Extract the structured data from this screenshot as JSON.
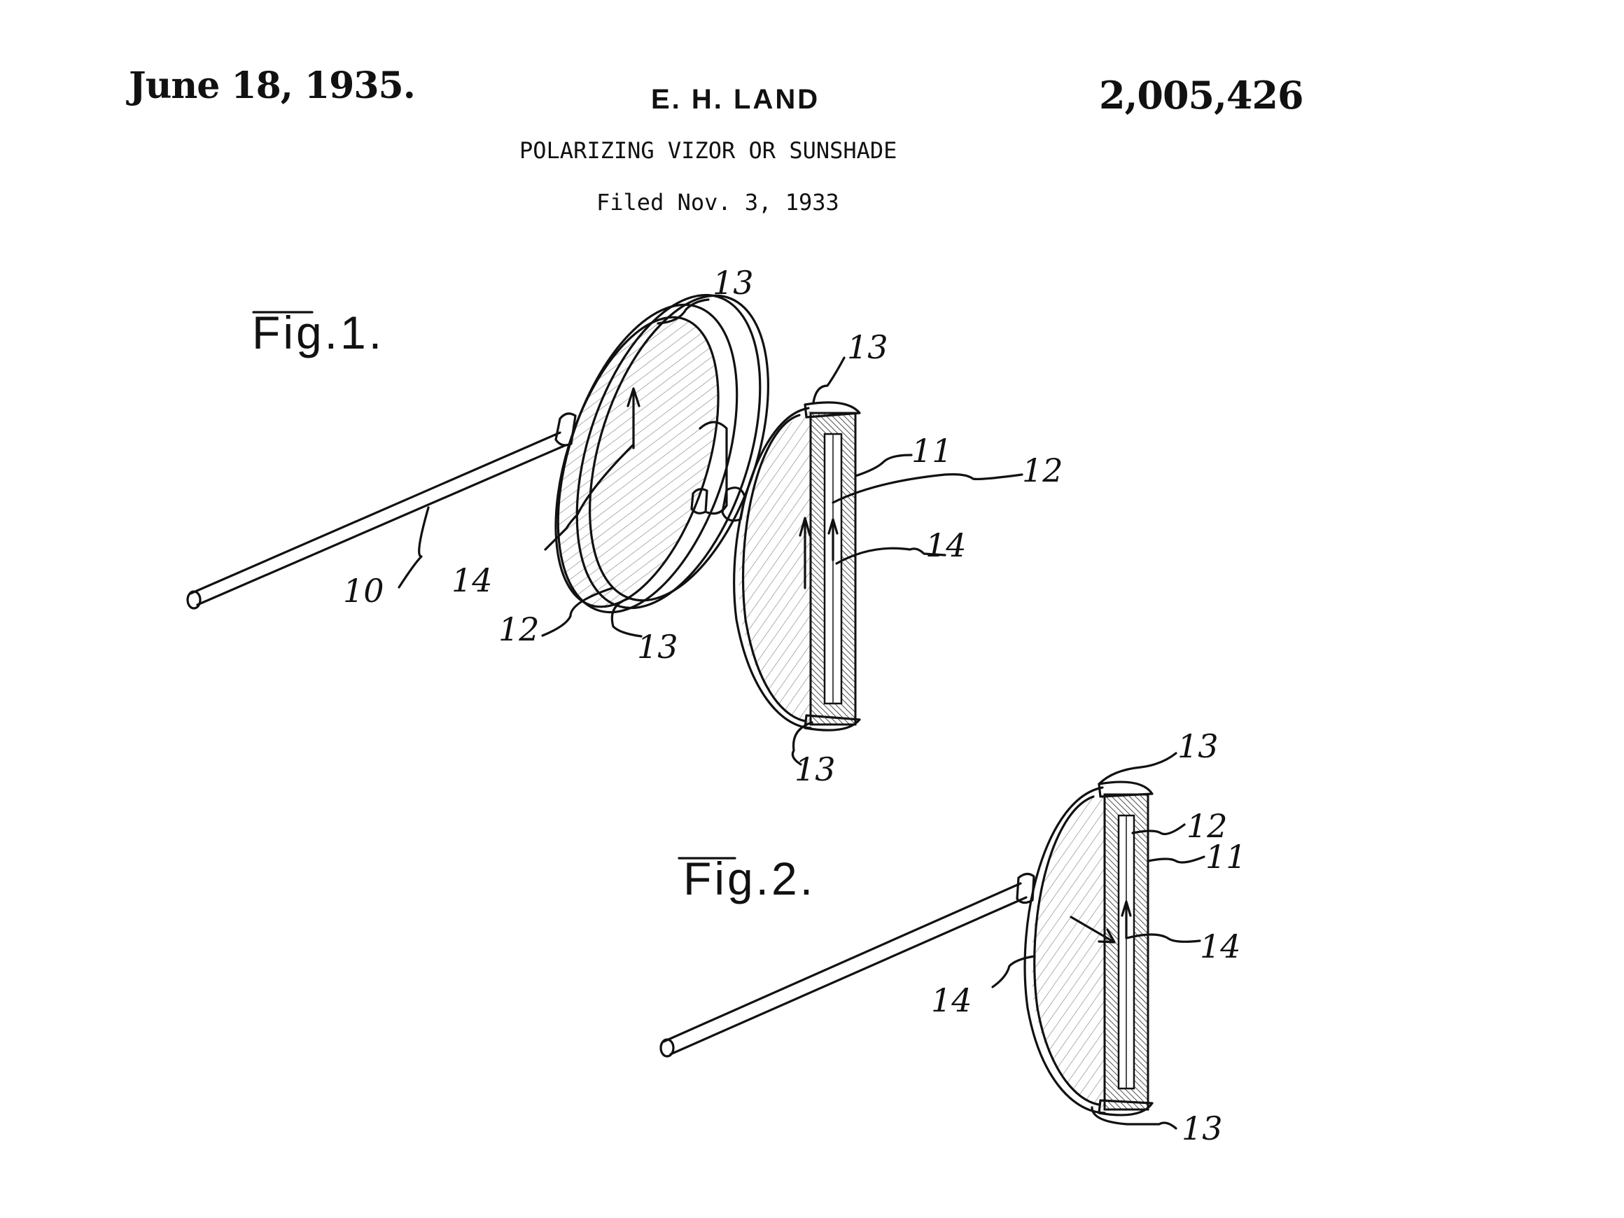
{
  "header": {
    "date": "June 18, 1935.",
    "inventor": "E. H. LAND",
    "patent_number": "2,005,426",
    "title": "POLARIZING VIZOR OR SUNSHADE",
    "filed": "Filed Nov. 3, 1933"
  },
  "figures": {
    "fig1": {
      "caption": "Fig.1.",
      "labels": [
        "13",
        "13",
        "11",
        "12",
        "14",
        "10",
        "14",
        "12",
        "13",
        "13"
      ]
    },
    "fig2": {
      "caption": "Fig.2.",
      "labels": [
        "13",
        "12",
        "11",
        "14",
        "14",
        "13"
      ]
    }
  }
}
